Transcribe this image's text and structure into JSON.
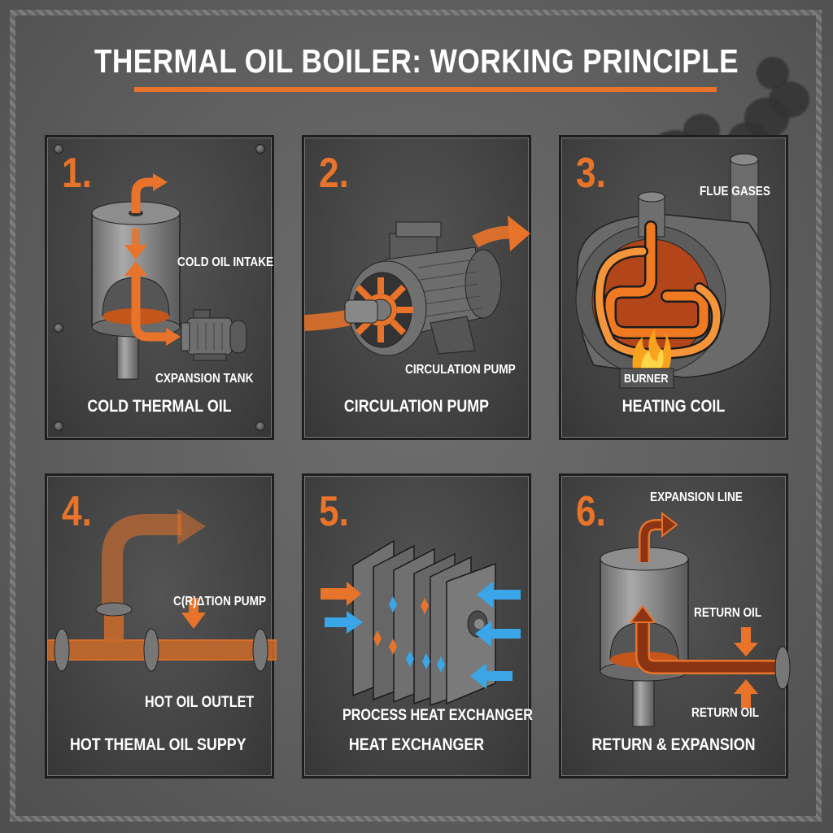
{
  "title": "THERMAL OIL BOILER: WORKING PRINCIPLE",
  "colors": {
    "accent_orange": "#e8732a",
    "cold_blue": "#3aa6e8",
    "panel_bg": "#444444",
    "background": "#5d5d5d",
    "text": "#ffffff"
  },
  "panels": [
    {
      "number": "1.",
      "caption": "COLD THERMAL OIL",
      "labels": [
        "COLD OIL INTAKE",
        "CXPANSION TANK"
      ],
      "icons": [
        "expansion-tank-icon",
        "motor-icon",
        "flow-arrow-icon"
      ]
    },
    {
      "number": "2.",
      "caption": "CIRCULATION PUMP",
      "labels": [
        "CIRCULATION PUMP"
      ],
      "icons": [
        "circulation-pump-icon",
        "impeller-icon",
        "flow-arrow-icon"
      ]
    },
    {
      "number": "3.",
      "caption": "HEATING COIL",
      "labels": [
        "FLUE GASES",
        "BURNER"
      ],
      "icons": [
        "boiler-icon",
        "heating-coil-icon",
        "burner-flame-icon",
        "chimney-icon",
        "smoke-icon"
      ]
    },
    {
      "number": "4.",
      "caption": "HOT THEMAL OIL SUPPY",
      "labels": [
        "C(R)ΔTION PUMP",
        "HOT OIL OUTLET"
      ],
      "icons": [
        "pipe-tee-icon",
        "flange-icon",
        "flow-arrow-icon"
      ]
    },
    {
      "number": "5.",
      "caption": "HEAT EXCHANGER",
      "labels": [
        "PROCESS HEAT EXCHANGER"
      ],
      "icons": [
        "plate-heat-exchanger-icon",
        "hot-flow-arrow-icon",
        "cold-flow-arrow-icon"
      ]
    },
    {
      "number": "6.",
      "caption": "RETURN & EXPANSION",
      "labels": [
        "EXPANSION LINE",
        "RETURN OIL",
        "RETURN OIL"
      ],
      "icons": [
        "expansion-tank-icon",
        "return-pipe-icon",
        "flange-icon",
        "flow-arrow-icon"
      ]
    }
  ]
}
